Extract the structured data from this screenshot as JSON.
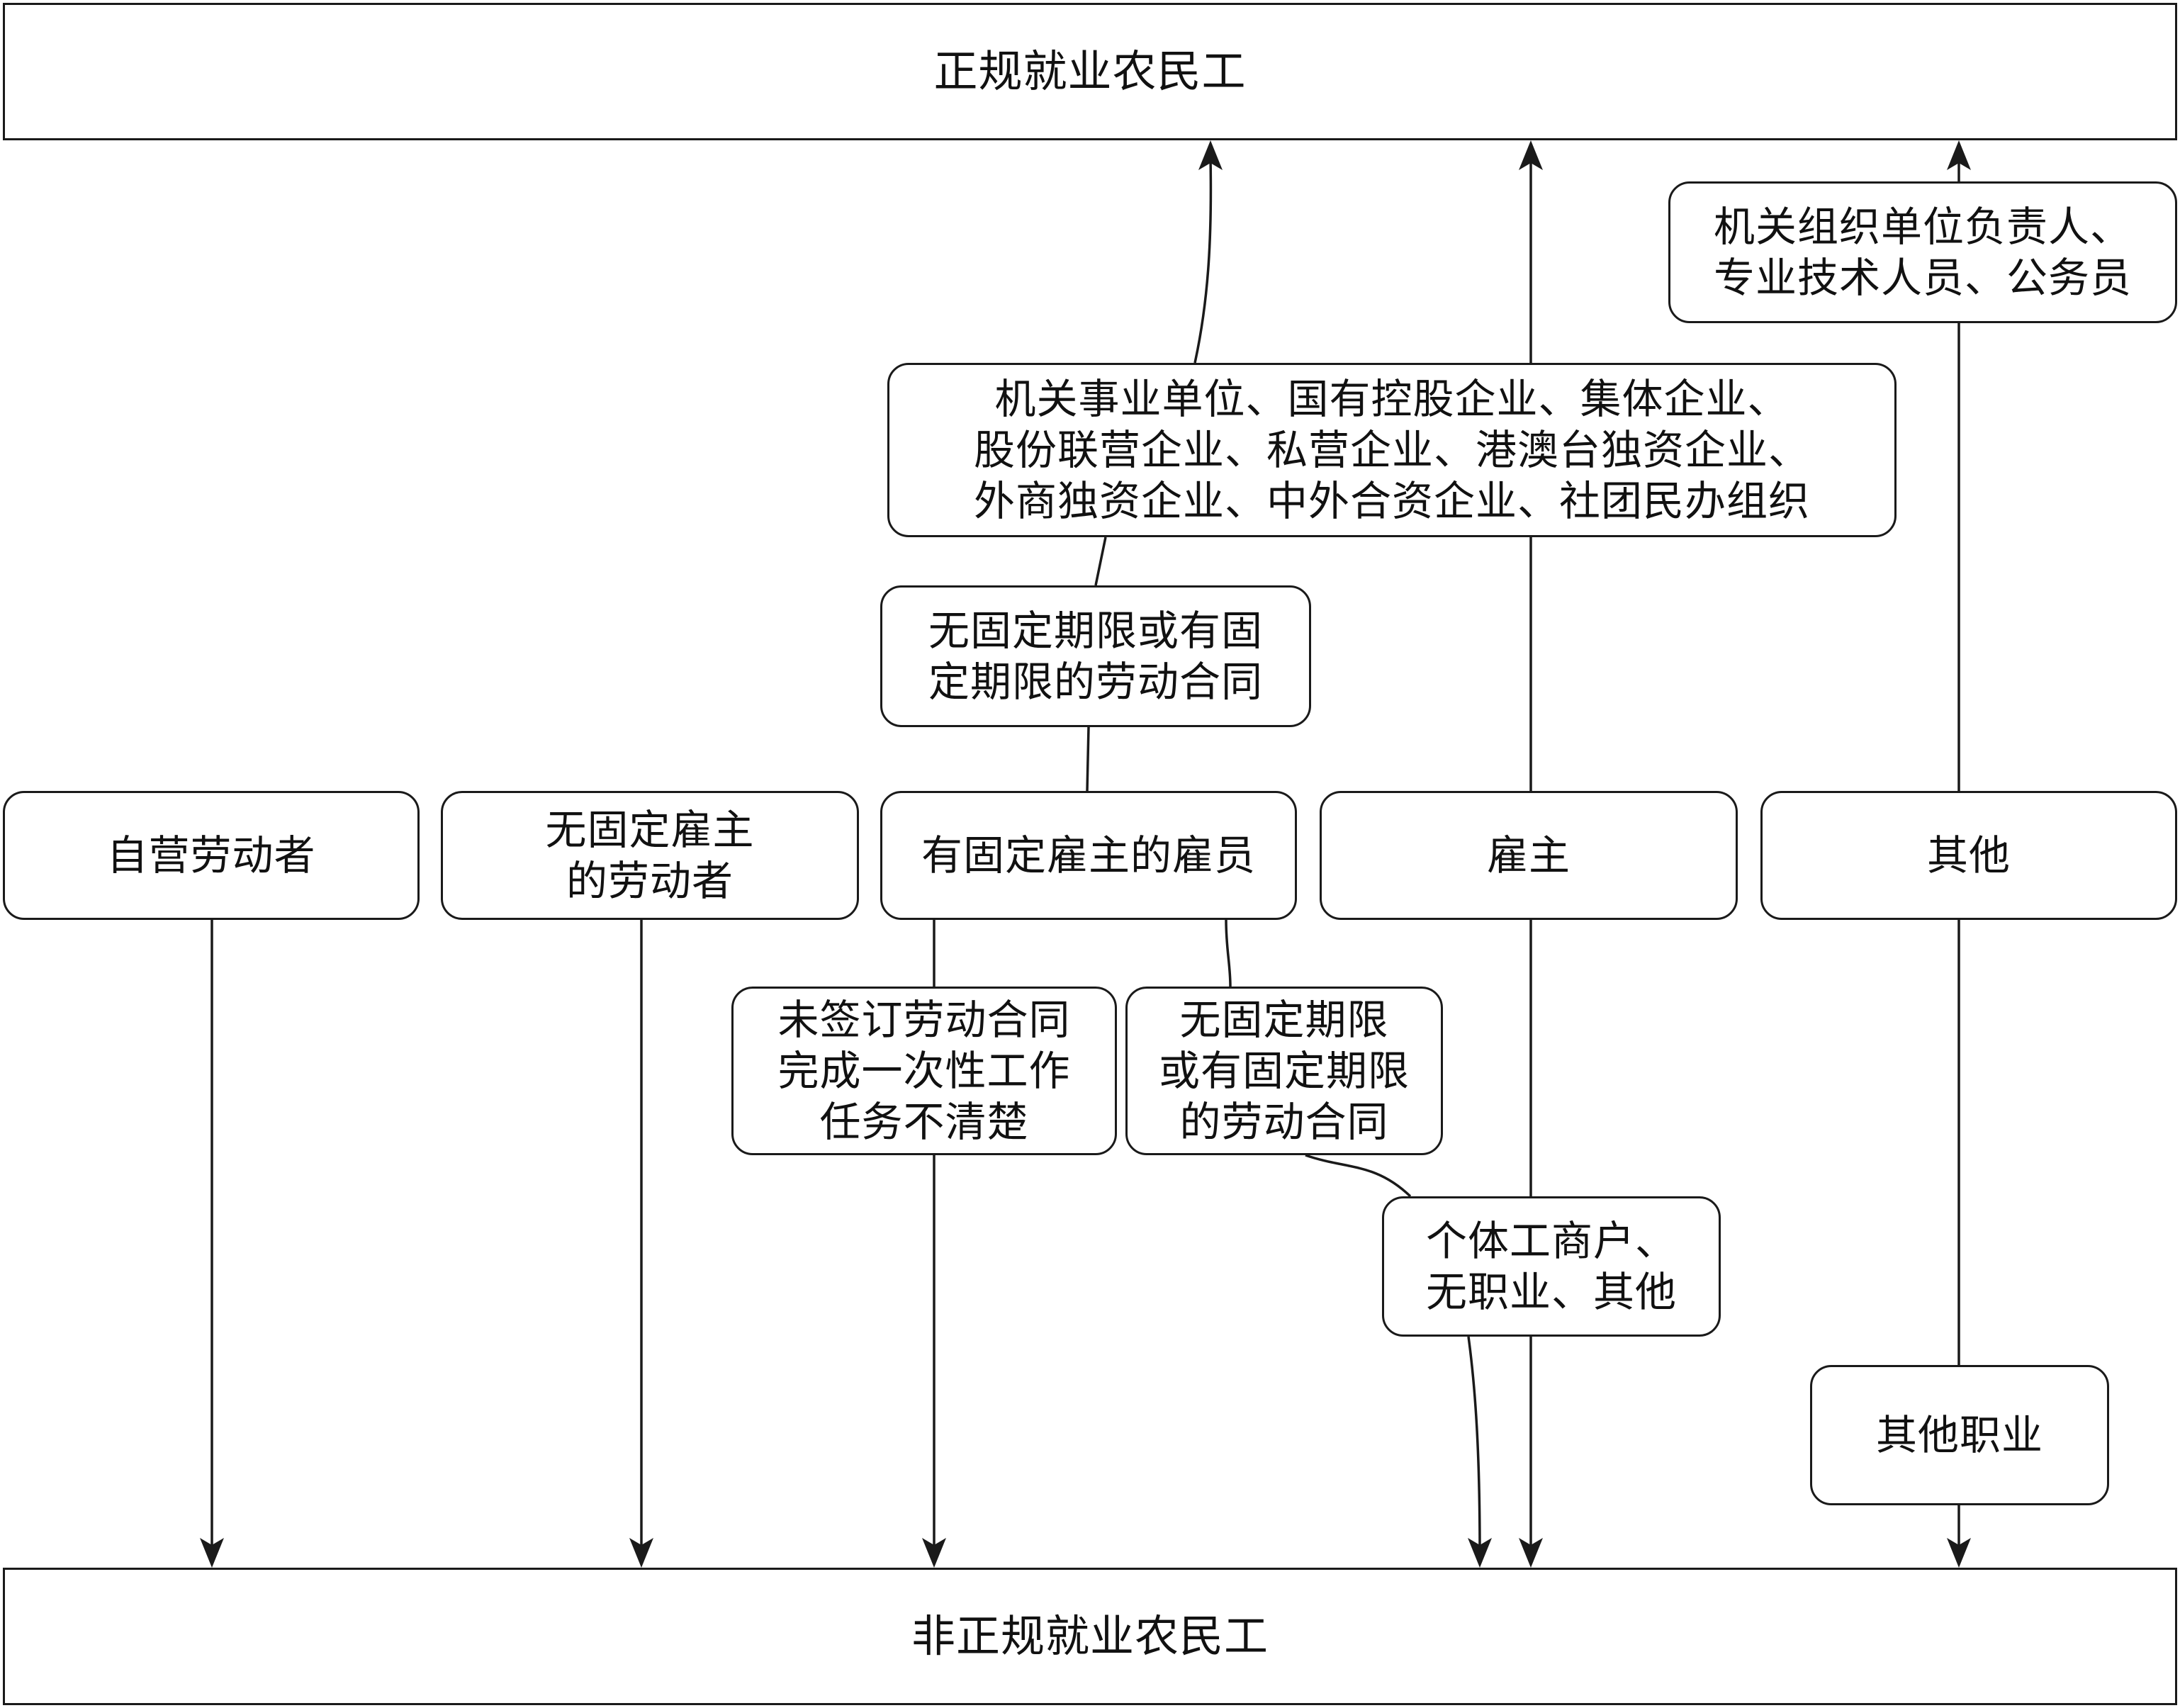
{
  "diagram": {
    "top_box": "正规就业农民工",
    "bottom_box": "非正规就业农民工",
    "categories": {
      "self_employed": "自营劳动者",
      "no_fixed_employer": [
        "无固定雇主",
        "的劳动者"
      ],
      "fixed_employer_employee": "有固定雇主的雇员",
      "employer": "雇主",
      "other": "其他"
    },
    "conditions": {
      "contract_upper": [
        "无固定期限或有固",
        "定期限的劳动合同"
      ],
      "units": [
        "机关事业单位、国有控股企业、集体企业、",
        "股份联营企业、私营企业、港澳台独资企业、",
        "外商独资企业、中外合资企业、社团民办组织"
      ],
      "officials": [
        "机关组织单位负责人、",
        "专业技术人员、公务员"
      ],
      "no_contract": [
        "未签订劳动合同",
        "完成一次性工作",
        "任务不清楚"
      ],
      "contract_lower": [
        "无固定期限",
        "或有固定期限",
        "的劳动合同"
      ],
      "self_business": [
        "个体工商户、",
        "无职业、其他"
      ],
      "other_occupation": "其他职业"
    }
  }
}
